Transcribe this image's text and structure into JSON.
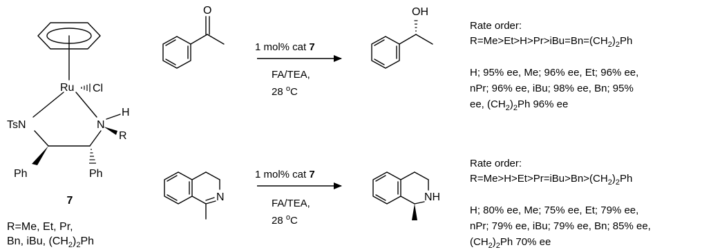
{
  "catalyst": {
    "atoms": {
      "ru": "Ru",
      "cl": "Cl",
      "tsn": "TsN",
      "n": "N",
      "h": "H",
      "r": "R",
      "ph_left": "Ph",
      "ph_right": "Ph"
    },
    "number": "7",
    "r_groups_line1": "R=Me, Et, Pr,",
    "r_groups_line2_a": "Bn, iBu, (CH",
    "r_groups_line2_sub": "2",
    "r_groups_line2_b": ")",
    "r_groups_line2_sub2": "2",
    "r_groups_line2_c": "Ph"
  },
  "reaction1": {
    "substrate_atom_o": "O",
    "product_atom_oh": "OH",
    "arrow_above_a": "1 mol% cat ",
    "arrow_above_b": "7",
    "arrow_below_1": "FA/TEA,",
    "arrow_below_2a": "28 ",
    "arrow_below_2sup": "o",
    "arrow_below_2b": "C",
    "rate_title": "Rate order:",
    "rate_order_a": "R=Me>Et>H>Pr>iBu=Bn=(CH",
    "rate_order_sub": "2",
    "rate_order_b": ")",
    "rate_order_sub2": "2",
    "rate_order_c": "Ph",
    "ee_line1": "H; 95% ee, Me; 96% ee, Et; 96% ee,",
    "ee_line2": "nPr; 96% ee, iBu; 98% ee, Bn; 95%",
    "ee_line3_a": "ee, (CH",
    "ee_line3_sub": "2",
    "ee_line3_b": ")",
    "ee_line3_sub2": "2",
    "ee_line3_c": "Ph 96% ee"
  },
  "reaction2": {
    "substrate_atom_n": "N",
    "product_atom_nh": "NH",
    "arrow_above_a": "1 mol% cat ",
    "arrow_above_b": "7",
    "arrow_below_1": "FA/TEA,",
    "arrow_below_2a": "28 ",
    "arrow_below_2sup": "o",
    "arrow_below_2b": "C",
    "rate_title": "Rate order:",
    "rate_order_a": "R=Me>H>Et>Pr=iBu>Bn>(CH",
    "rate_order_sub": "2",
    "rate_order_b": ")",
    "rate_order_sub2": "2",
    "rate_order_c": "Ph",
    "ee_line1": "H; 80% ee, Me; 75% ee, Et; 79% ee,",
    "ee_line2": "nPr; 79% ee, iBu; 79% ee, Bn; 85% ee,",
    "ee_line3_a": "(CH",
    "ee_line3_sub": "2",
    "ee_line3_b": ")",
    "ee_line3_sub2": "2",
    "ee_line3_c": "Ph 70% ee"
  }
}
